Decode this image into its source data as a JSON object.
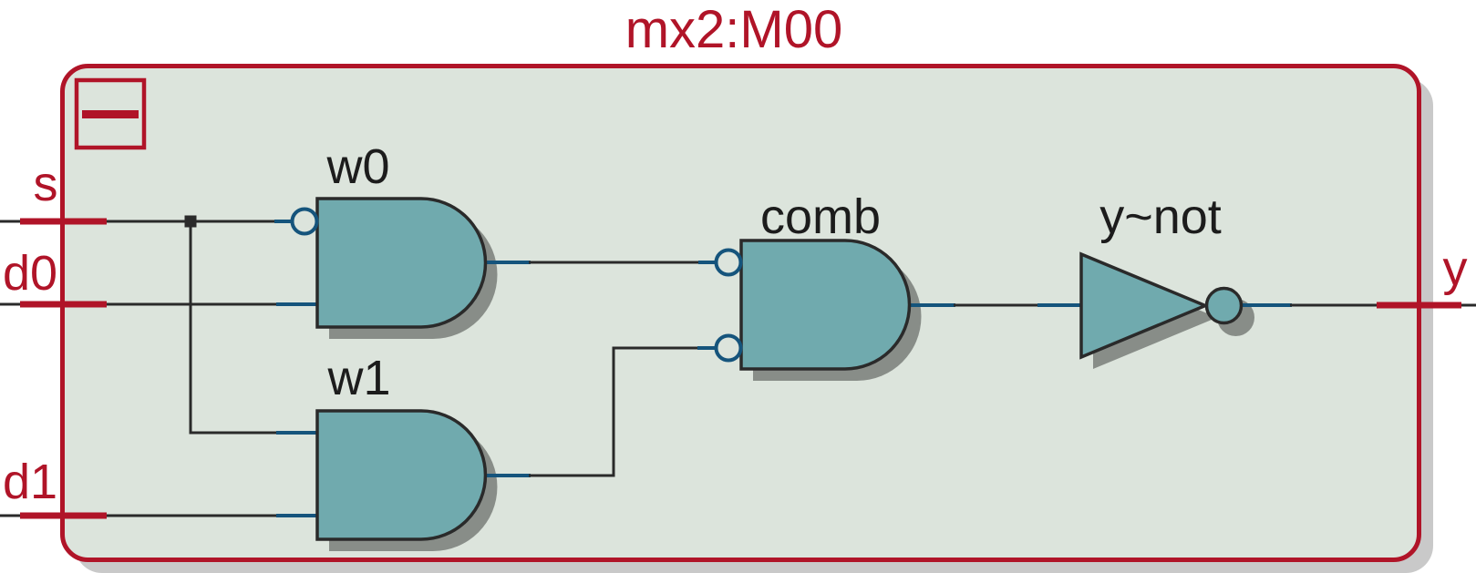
{
  "module": {
    "title": "mx2:M00",
    "collapse_button": {
      "icon": "minus-icon"
    }
  },
  "ports": {
    "s": {
      "label": "s",
      "direction": "input"
    },
    "d0": {
      "label": "d0",
      "direction": "input"
    },
    "d1": {
      "label": "d1",
      "direction": "input"
    },
    "y": {
      "label": "y",
      "direction": "output"
    }
  },
  "gates": {
    "w0": {
      "label": "w0",
      "type": "and2",
      "inverted_inputs": [
        "a"
      ]
    },
    "w1": {
      "label": "w1",
      "type": "and2",
      "inverted_inputs": []
    },
    "comb": {
      "label": "comb",
      "type": "and2",
      "inverted_inputs": [
        "a",
        "b"
      ]
    },
    "y_not": {
      "label": "y~not",
      "type": "not"
    }
  },
  "colors": {
    "canvas": "#ffffff",
    "module_fill": "#dce4dc",
    "module_border": "#b01428",
    "accent_red": "#b01428",
    "gate_fill": "#70aaae",
    "outline": "#2a2a2a",
    "wire": "#2a2a2a",
    "port_stub_blue": "#15547c",
    "module_shadow": "#c9c9c9"
  }
}
